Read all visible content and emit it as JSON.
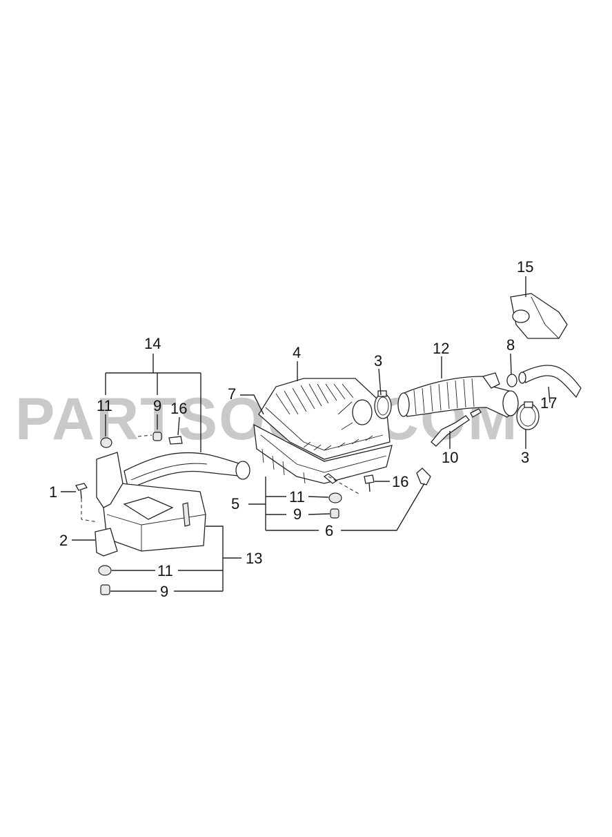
{
  "watermark": "PARTSOUQ.COM",
  "callouts": {
    "c1": "1",
    "c2": "2",
    "c3a": "3",
    "c3b": "3",
    "c4": "4",
    "c5": "5",
    "c6": "6",
    "c7": "7",
    "c8": "8",
    "c9a": "9",
    "c9b": "9",
    "c9c": "9",
    "c10": "10",
    "c11a": "11",
    "c11b": "11",
    "c11c": "11",
    "c12": "12",
    "c13": "13",
    "c14": "14",
    "c15": "15",
    "c16a": "16",
    "c16b": "16",
    "c17": "17"
  }
}
